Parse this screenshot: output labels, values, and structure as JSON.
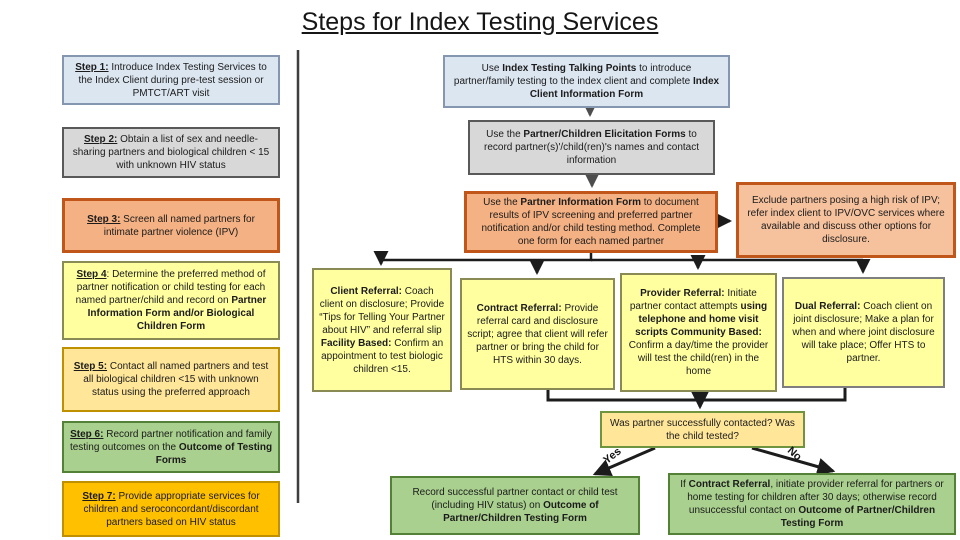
{
  "title": "Steps for Index Testing Services",
  "colors": {
    "step_blue": "#dce6f1",
    "step_gray": "#d8d8d8",
    "step_salmon": "#f4b183",
    "step_yellow": "#ffffa0",
    "step_wheat": "#ffe699",
    "step_green": "#a9d08e",
    "step_amber": "#ffc000",
    "salmon_border": "#c0561a",
    "green_border": "#538135",
    "gold_border": "#bf9000",
    "connector": "#222222"
  },
  "boxes": {
    "step1": {
      "segments": [
        {
          "t": "Step 1:",
          "b": true,
          "u": true
        },
        {
          "t": " Introduce Index Testing Services to the Index Client during pre-test session or PMTCT/ART visit"
        }
      ]
    },
    "step2": {
      "segments": [
        {
          "t": "Step 2:",
          "b": true,
          "u": true
        },
        {
          "t": " Obtain a list of sex and needle-sharing partners and biological children < 15 with unknown HIV status"
        }
      ]
    },
    "step3": {
      "segments": [
        {
          "t": "Step 3:",
          "b": true,
          "u": true
        },
        {
          "t": " Screen all named partners for intimate partner violence (IPV)"
        }
      ]
    },
    "step4": {
      "segments": [
        {
          "t": "Step 4",
          "b": true,
          "u": true
        },
        {
          "t": ": Determine the preferred method of partner notification or child testing for each named partner/child and record on "
        },
        {
          "t": "Partner Information Form and/or Biological Children Form",
          "b": true
        }
      ]
    },
    "step5": {
      "segments": [
        {
          "t": "Step 5:",
          "b": true,
          "u": true
        },
        {
          "t": " Contact all named partners and test all biological children <15 with unknown status using the preferred approach"
        }
      ]
    },
    "step6": {
      "segments": [
        {
          "t": "Step 6:",
          "b": true,
          "u": true
        },
        {
          "t": " Record partner notification and family testing outcomes on the "
        },
        {
          "t": "Outcome of Testing Forms",
          "b": true
        }
      ]
    },
    "step7": {
      "segments": [
        {
          "t": "Step 7:",
          "b": true,
          "u": true
        },
        {
          "t": " Provide appropriate services for children and seroconcordant/discordant partners based on HIV status"
        }
      ]
    },
    "talking_points": {
      "segments": [
        {
          "t": "Use "
        },
        {
          "t": "Index Testing Talking Points",
          "b": true
        },
        {
          "t": " to introduce partner/family testing to the index client and complete "
        },
        {
          "t": "Index Client Information Form",
          "b": true
        }
      ]
    },
    "elicitation": {
      "segments": [
        {
          "t": "Use the "
        },
        {
          "t": "Partner/Children Elicitation Forms",
          "b": true
        },
        {
          "t": " to record partner(s)'/child(ren)'s names and contact information"
        }
      ]
    },
    "partner_info": {
      "segments": [
        {
          "t": "Use the "
        },
        {
          "t": "Partner Information Form",
          "b": true
        },
        {
          "t": " to document results of IPV screening and preferred partner notification and/or child testing method. Complete one form for each named partner"
        }
      ]
    },
    "exclude": {
      "segments": [
        {
          "t": "Exclude partners posing a high risk of IPV; refer index client to IPV/OVC services where available and discuss other options for disclosure."
        }
      ]
    },
    "client_referral": {
      "segments": [
        {
          "t": "Client Referral:",
          "b": true
        },
        {
          "t": " Coach client on disclosure; Provide “Tips for Telling Your Partner about HIV” and referral slip "
        },
        {
          "t": "Facility Based:",
          "b": true
        },
        {
          "t": " Confirm an appointment to test biologic children <15."
        }
      ]
    },
    "contract_referral": {
      "segments": [
        {
          "t": "Contract Referral:",
          "b": true
        },
        {
          "t": " Provide referral card and disclosure script; agree that client will refer partner or bring the child for HTS within 30 days."
        }
      ]
    },
    "provider_referral": {
      "segments": [
        {
          "t": "Provider Referral:",
          "b": true
        },
        {
          "t": " Initiate partner contact attempts "
        },
        {
          "t": "using telephone and home visit scripts",
          "b": true
        },
        {
          "t": " "
        },
        {
          "t": "Community Based:",
          "b": true
        },
        {
          "t": " Confirm a day/time the provider will test the child(ren) in the home"
        }
      ]
    },
    "dual_referral": {
      "segments": [
        {
          "t": "Dual Referral:",
          "b": true
        },
        {
          "t": " Coach client on joint disclosure; Make a plan for when and where joint disclosure will take place; Offer HTS to partner."
        }
      ]
    },
    "question": {
      "segments": [
        {
          "t": "Was partner successfully contacted? Was the child tested?"
        }
      ]
    },
    "record_success": {
      "segments": [
        {
          "t": "Record successful partner contact or child test (including HIV status) on "
        },
        {
          "t": "Outcome of Partner/Children Testing Form",
          "b": true
        }
      ]
    },
    "unsuccessful": {
      "segments": [
        {
          "t": "If "
        },
        {
          "t": "Contract Referral",
          "b": true
        },
        {
          "t": ", initiate provider referral for partners or home testing for children after 30 days; otherwise record unsuccessful contact on "
        },
        {
          "t": "Outcome of Partner/Children Testing Form",
          "b": true
        }
      ]
    }
  },
  "labels": {
    "yes": "Yes",
    "no": "No"
  }
}
